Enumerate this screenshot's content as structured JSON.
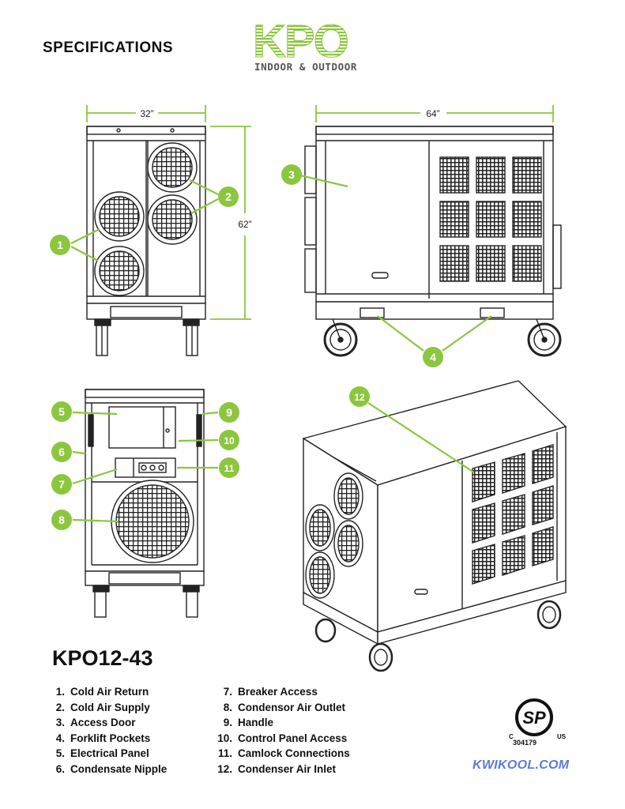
{
  "header": {
    "title": "SPECIFICATIONS",
    "logo_text": "KPO",
    "logo_subtitle": "INDOOR & OUTDOOR",
    "logo_color": "#8cc63f"
  },
  "dimensions": {
    "front_width": "32”",
    "side_length": "64”",
    "height": "62”"
  },
  "callouts": {
    "color": "#8cc63f",
    "labels": [
      "1",
      "2",
      "3",
      "4",
      "5",
      "6",
      "7",
      "8",
      "9",
      "10",
      "11",
      "12"
    ]
  },
  "model": "KPO12-43",
  "features_left": [
    {
      "num": "1.",
      "label": "Cold Air Return"
    },
    {
      "num": "2.",
      "label": "Cold Air Supply"
    },
    {
      "num": "3.",
      "label": "Access Door"
    },
    {
      "num": "4.",
      "label": "Forklift Pockets"
    },
    {
      "num": "5.",
      "label": "Electrical Panel"
    },
    {
      "num": "6.",
      "label": "Condensate Nipple"
    }
  ],
  "features_right": [
    {
      "num": "7.",
      "label": "Breaker Access"
    },
    {
      "num": "8.",
      "label": "Condensor Air Outlet"
    },
    {
      "num": "9.",
      "label": "Handle"
    },
    {
      "num": "10.",
      "label": "Control Panel Access"
    },
    {
      "num": "11.",
      "label": "Camlock Connections"
    },
    {
      "num": "12.",
      "label": "Condenser Air Inlet"
    }
  ],
  "certification": {
    "mark": "SP",
    "c": "C",
    "us": "US",
    "number": "304179"
  },
  "website": "KWIKOOL.COM",
  "website_color": "#5b7bd6"
}
